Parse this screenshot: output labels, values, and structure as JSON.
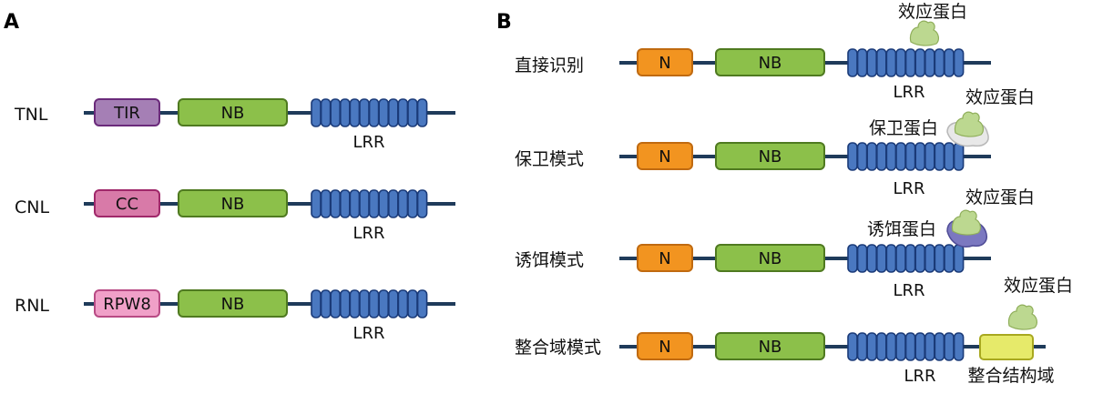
{
  "panelA": {
    "label": "A",
    "rows": [
      {
        "name": "TNL",
        "nterm": "TIR",
        "nterm_fill": "#a57fb5",
        "nterm_stroke": "#6a2a7a",
        "nb": "NB",
        "lrr": "LRR"
      },
      {
        "name": "CNL",
        "nterm": "CC",
        "nterm_fill": "#d87aa8",
        "nterm_stroke": "#a0286a",
        "nb": "NB",
        "lrr": "LRR"
      },
      {
        "name": "RNL",
        "nterm": "RPW8",
        "nterm_fill": "#f0a0c8",
        "nterm_stroke": "#b84a84",
        "nb": "NB",
        "lrr": "LRR"
      }
    ]
  },
  "panelB": {
    "label": "B",
    "rows": [
      {
        "name": "直接识别",
        "n": "N",
        "nb": "NB",
        "lrr": "LRR",
        "effector": "效应蛋白"
      },
      {
        "name": "保卫模式",
        "n": "N",
        "nb": "NB",
        "lrr": "LRR",
        "effector": "效应蛋白",
        "partner": "保卫蛋白",
        "partner_color": "#e8e8e8"
      },
      {
        "name": "诱饵模式",
        "n": "N",
        "nb": "NB",
        "lrr": "LRR",
        "effector": "效应蛋白",
        "partner": "诱饵蛋白",
        "partner_color": "#7b78c0"
      },
      {
        "name": "整合域模式",
        "n": "N",
        "nb": "NB",
        "lrr": "LRR",
        "effector": "效应蛋白",
        "integrated": "整合结构域"
      }
    ]
  },
  "colors": {
    "backbone": "#1f3b5a",
    "nb_fill": "#8cc04a",
    "nb_stroke": "#4f7a20",
    "n_fill": "#f29420",
    "n_stroke": "#c06a10",
    "lrr_fill": "#4a78c0",
    "lrr_stroke": "#1a3a78",
    "effector": "#bcd890",
    "integrated_fill": "#e6ea6a"
  }
}
